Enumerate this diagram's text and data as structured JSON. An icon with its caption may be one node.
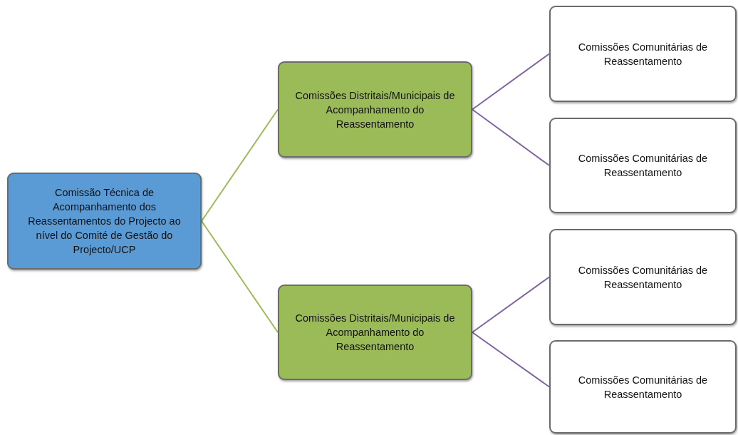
{
  "diagram": {
    "nodes": [
      {
        "text": [
          "Comissão Técnica de Acompanhamento dos Reassentamentos do Projecto ao nível do Comité de Gestão do Projecto/UCP"
        ]
      },
      {
        "text": [
          "Comissões Distritais/Municipais de Acompanhamento do Reassentamento"
        ]
      },
      {
        "text": [
          "Comissões Distritais/Municipais de Acompanhamento do Reassentamento"
        ]
      },
      {
        "text": [
          "Comissões Comunitárias de Reassentamento"
        ]
      },
      {
        "text": [
          "Comissões Comunitárias de Reassentamento"
        ]
      },
      {
        "text": [
          "Comissões Comunitárias de Reassentamento"
        ]
      },
      {
        "text": [
          "Comissões Comunitárias de Reassentamento"
        ]
      }
    ],
    "edges": [
      {
        "from": 0,
        "to": 1,
        "arrow": "none",
        "color": "#9bbb59"
      },
      {
        "from": 0,
        "to": 2,
        "arrow": "none",
        "color": "#9bbb59"
      },
      {
        "from": 1,
        "to": 3,
        "arrow": "none"
      },
      {
        "from": 1,
        "to": 4,
        "arrow": "none"
      },
      {
        "from": 2,
        "to": 5,
        "arrow": "none"
      },
      {
        "from": 2,
        "to": 6,
        "arrow": "none"
      }
    ]
  }
}
